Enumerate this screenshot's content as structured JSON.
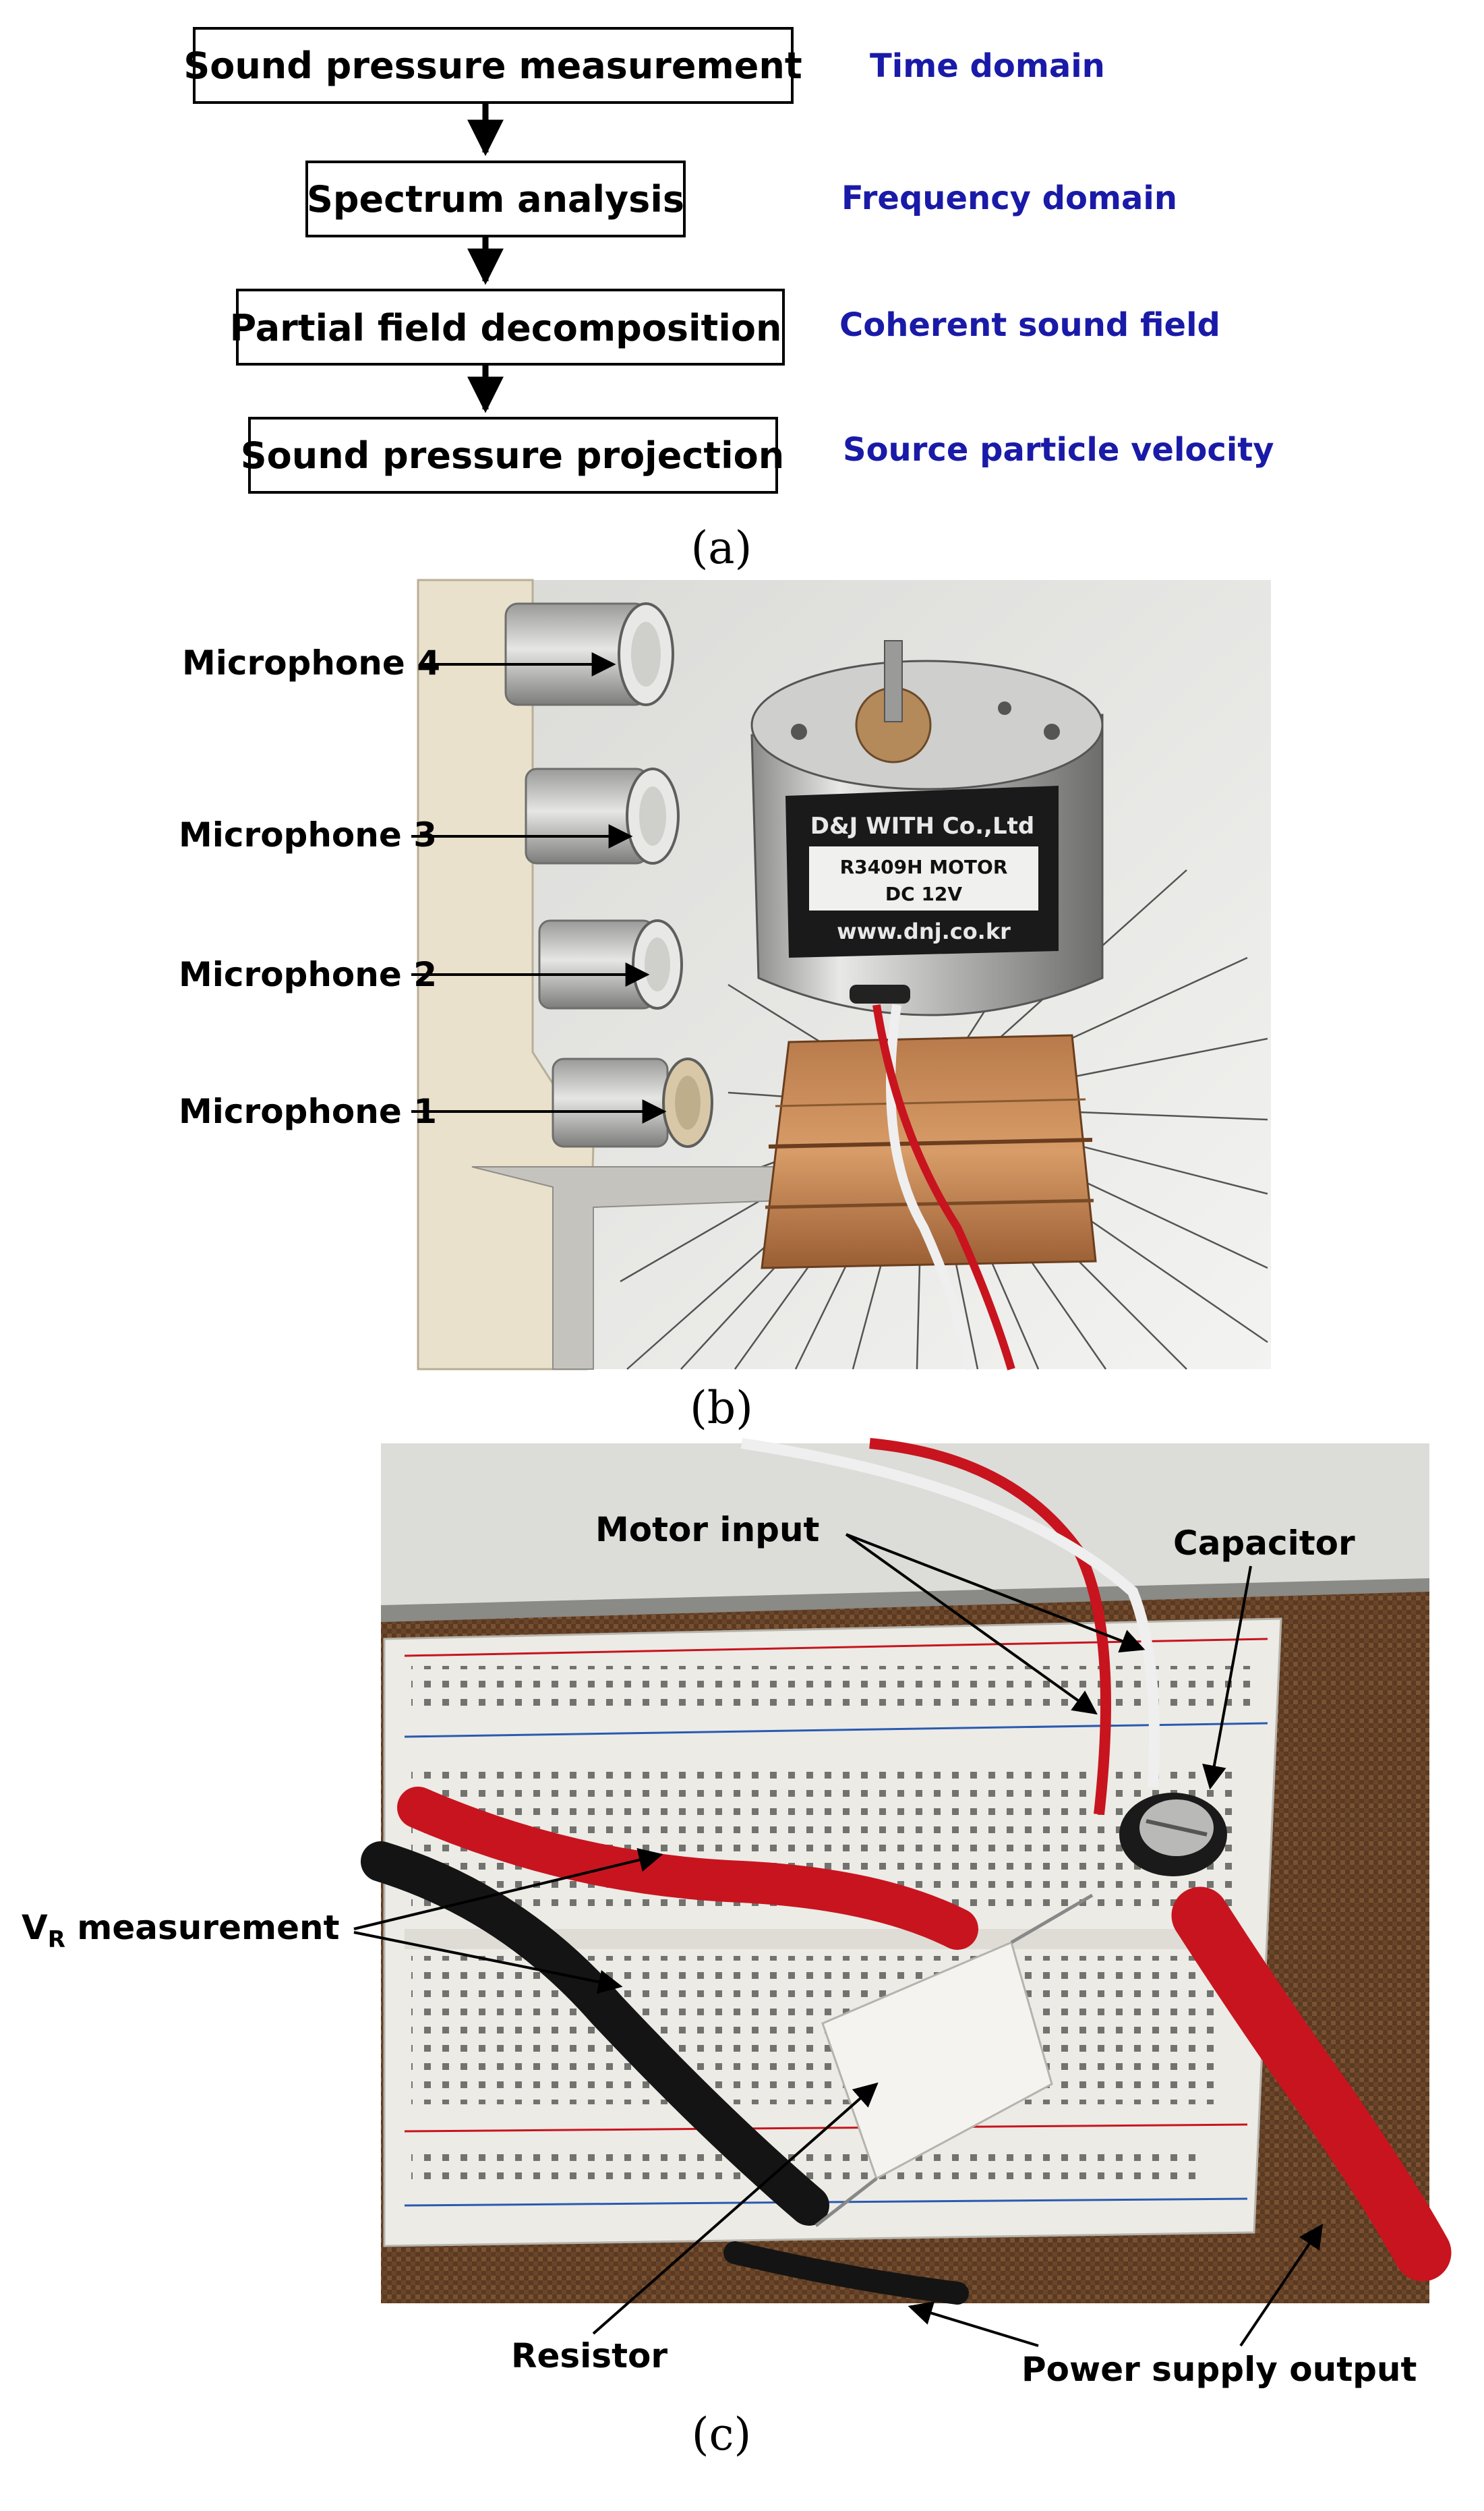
{
  "panel_a": {
    "caption": "(a)",
    "steps": [
      {
        "label": "Sound pressure measurement",
        "domain": "Time domain"
      },
      {
        "label": "Spectrum analysis",
        "domain": "Frequency domain"
      },
      {
        "label": "Partial field decomposition",
        "domain": "Coherent sound field"
      },
      {
        "label": "Sound pressure projection",
        "domain": "Source particle velocity"
      }
    ]
  },
  "panel_b": {
    "caption": "(b)",
    "labels": {
      "mic4": "Microphone 4",
      "mic3": "Microphone 3",
      "mic2": "Microphone 2",
      "mic1": "Microphone 1"
    },
    "motor_label": {
      "line1": "D&J WITH Co.,Ltd",
      "line2": "R3409H MOTOR",
      "line3": "DC 12V",
      "line4": "www.dnj.co.kr"
    }
  },
  "panel_c": {
    "caption": "(c)",
    "labels": {
      "motor_input": "Motor input",
      "capacitor": "Capacitor",
      "vr_measurement_main": "V",
      "vr_measurement_sub": "R",
      "vr_measurement_rest": " measurement",
      "resistor": "Resistor",
      "power_supply": "Power supply output"
    }
  },
  "colors": {
    "domain_text": "#1a1aa8",
    "wire_red": "#c8141e",
    "wire_white": "#efefef",
    "clip_black": "#141414",
    "breadboard": "#ecebe6"
  }
}
